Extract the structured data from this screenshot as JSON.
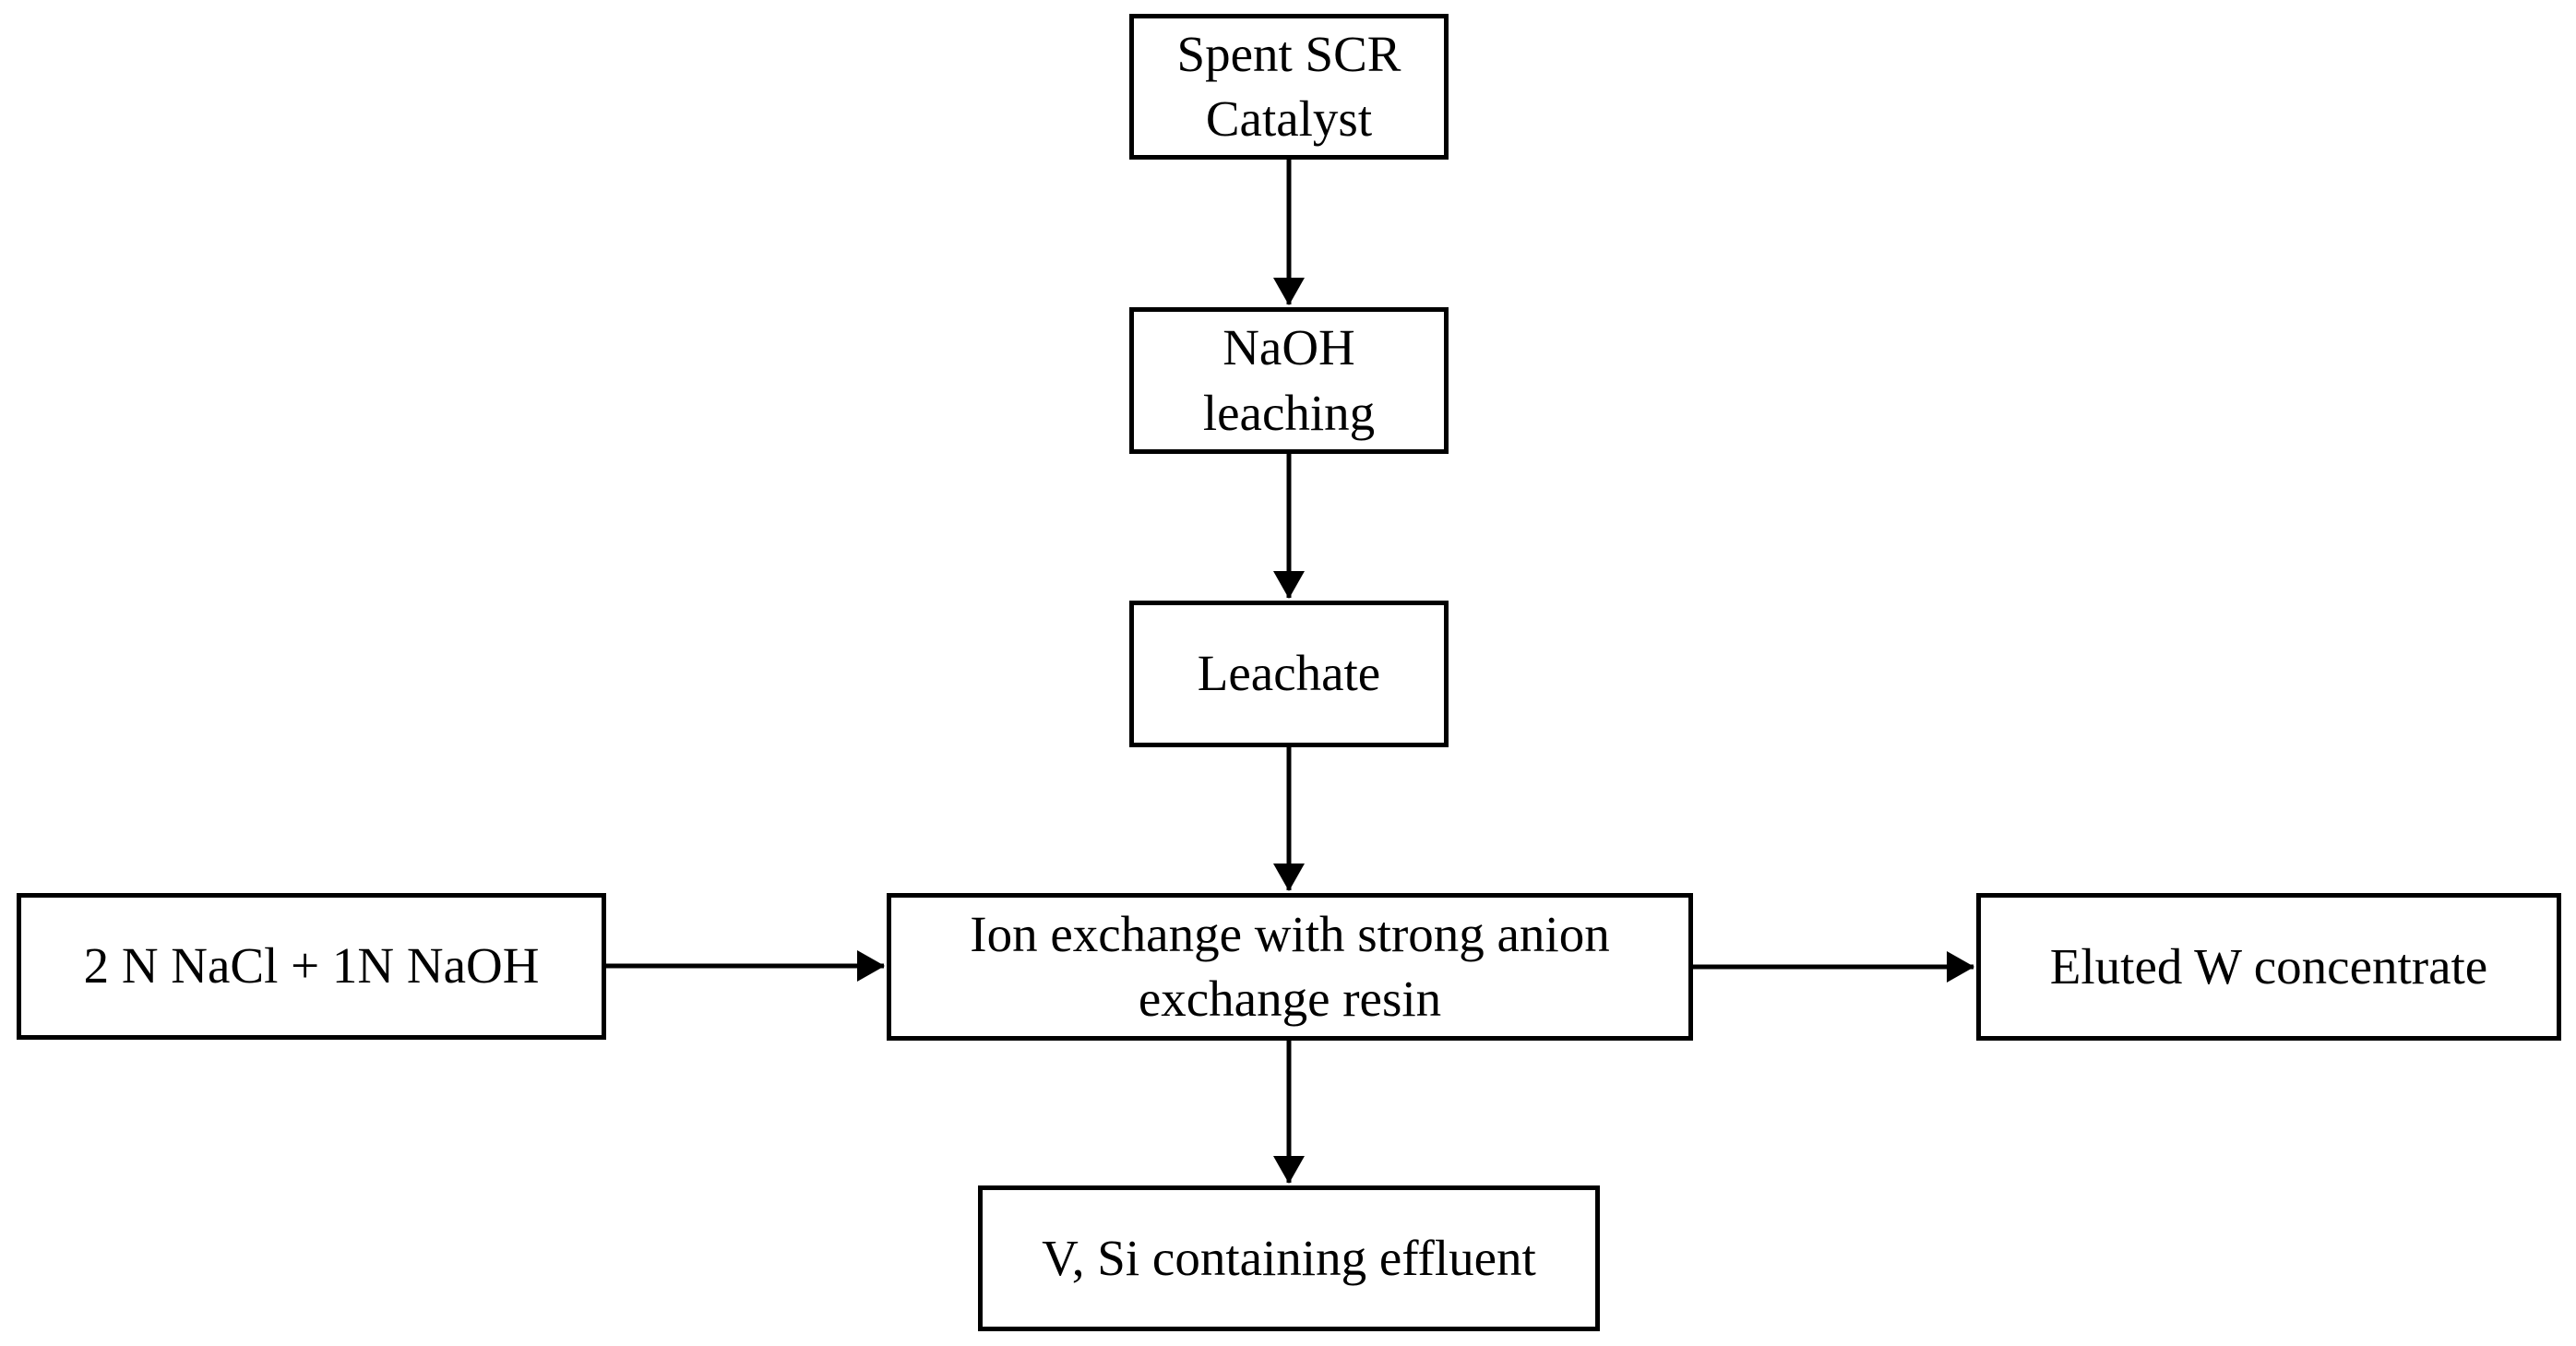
{
  "figure": {
    "type": "flowchart",
    "background_color": "#ffffff",
    "line_color": "#000000",
    "text_color": "#000000"
  },
  "nodes": {
    "spent_scr": {
      "label": "Spent SCR\nCatalyst"
    },
    "naoh_leaching": {
      "label": "NaOH\nleaching"
    },
    "leachate": {
      "label": "Leachate"
    },
    "ion_exchange": {
      "label": "Ion exchange with strong anion\nexchange resin"
    },
    "nacl_naoh": {
      "label": "2 N NaCl + 1N NaOH"
    },
    "eluted_w": {
      "label": "Eluted W concentrate"
    },
    "effluent": {
      "label": "V, Si containing effluent"
    }
  },
  "edges": [
    {
      "from": "spent_scr",
      "to": "naoh_leaching",
      "direction": "down"
    },
    {
      "from": "naoh_leaching",
      "to": "leachate",
      "direction": "down"
    },
    {
      "from": "leachate",
      "to": "ion_exchange",
      "direction": "down"
    },
    {
      "from": "nacl_naoh",
      "to": "ion_exchange",
      "direction": "right"
    },
    {
      "from": "ion_exchange",
      "to": "eluted_w",
      "direction": "right"
    },
    {
      "from": "ion_exchange",
      "to": "effluent",
      "direction": "down"
    }
  ]
}
